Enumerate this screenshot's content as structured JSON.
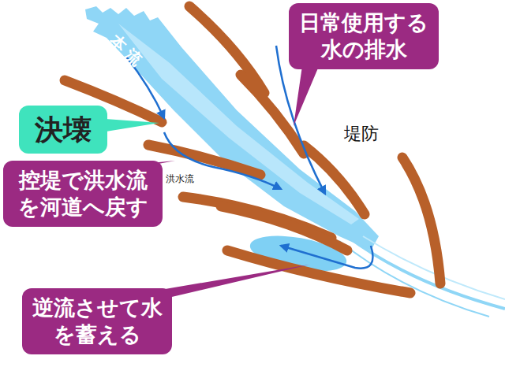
{
  "diagram": {
    "nodes": [
      {
        "text": [
          "日常使用する水の排水"
        ]
      },
      {
        "text": [
          "決壊"
        ]
      },
      {
        "text": [
          "控堤で洪水流を河道へ戻す"
        ]
      },
      {
        "text": [
          "逆流させて水を蓄える"
        ]
      }
    ],
    "labels": [
      "本流",
      "洪水流",
      "堤防"
    ]
  }
}
